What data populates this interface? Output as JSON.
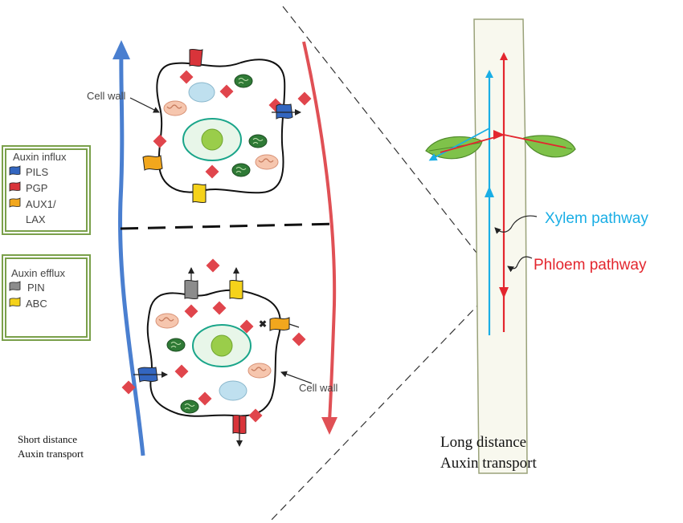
{
  "labels": {
    "cell_wall_top": "Cell wall",
    "cell_wall_bottom": "Cell wall",
    "short_distance_line1": "Short distance",
    "short_distance_line2": "Auxin transport",
    "long_distance_line1": "Long distance",
    "long_distance_line2": "Auxin transport",
    "xylem": "Xylem pathway",
    "phloem": "Phloem pathway"
  },
  "legend_influx": {
    "title": "Auxin influx",
    "items": [
      {
        "label": "PILS",
        "color": "#3366c0"
      },
      {
        "label": "PGP",
        "color": "#d9343a"
      },
      {
        "label": "AUX1/",
        "label2": "LAX",
        "color": "#f2a71d"
      }
    ]
  },
  "legend_efflux": {
    "title": "Auxin efflux",
    "items": [
      {
        "label": "PIN",
        "color": "#8c8c8c"
      },
      {
        "label": "ABC",
        "color": "#f5d21a"
      }
    ]
  },
  "colors": {
    "xylem": "#1aaee5",
    "phloem": "#e3262e",
    "blue_arrow": "#4a7fd0",
    "red_arrow": "#e05055",
    "auxin": "#e0454c",
    "legend_border": "#7aa04a",
    "nucleus_ring": "#1aa58a",
    "nucleus_fill": "#e8f6e9",
    "nucleolus": "#9acd4a",
    "vacuole": "#bfe0ef",
    "leaf": "#7fc24a"
  }
}
